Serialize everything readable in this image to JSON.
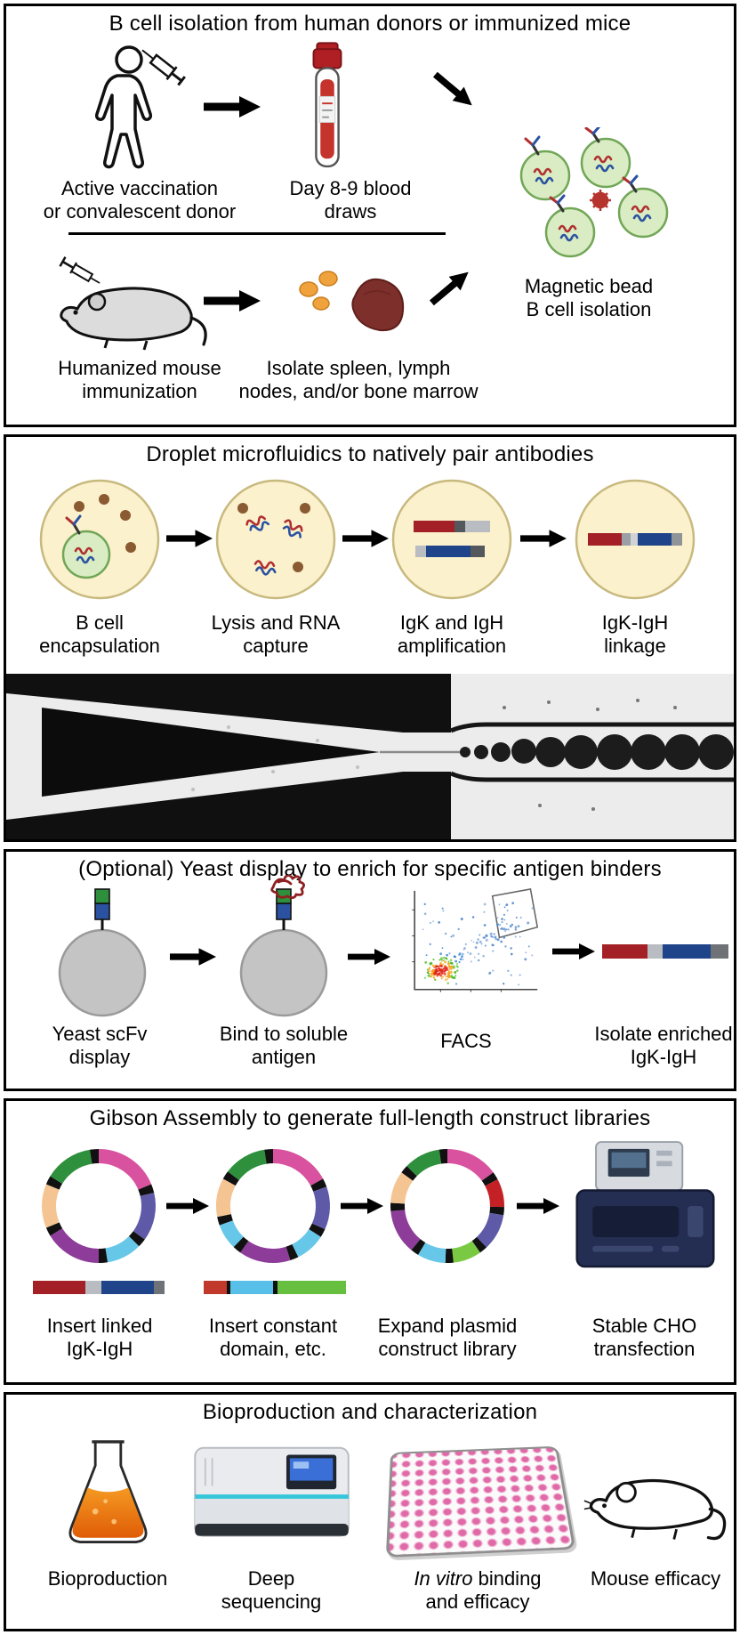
{
  "colors": {
    "igk": "#a32126",
    "igh": "#1f4489"
  },
  "panel1": {
    "title": "B cell isolation from human donors or immunized mice",
    "labels": {
      "human": "Active vaccination\nor convalescent donor",
      "blood": "Day 8-9 blood\ndraws",
      "bead": "Magnetic bead\nB cell isolation",
      "mouse": "Humanized mouse\nimmunization",
      "organs": "Isolate spleen, lymph\nnodes, and/or bone marrow"
    }
  },
  "panel2": {
    "title": "Droplet microfluidics to natively pair antibodies",
    "labels": {
      "encapsulation": "B cell\nencapsulation",
      "lysis": "Lysis and RNA\ncapture",
      "amplification": "IgK and IgH\namplification",
      "linkage": "IgK-IgH\nlinkage"
    }
  },
  "panel3": {
    "title": "(Optional) Yeast display to enrich for specific antigen binders",
    "labels": {
      "yeast": "Yeast scFv\ndisplay",
      "bind": "Bind to soluble\nantigen",
      "facs": "FACS",
      "isolate": "Isolate enriched\nIgK-IgH"
    }
  },
  "panel4": {
    "title": "Gibson Assembly to generate full-length construct libraries",
    "labels": {
      "insert_linked": "Insert linked\nIgK-IgH",
      "insert_constant": "Insert constant\ndomain, etc.",
      "expand": "Expand plasmid\nconstruct library",
      "transfection": "Stable CHO\ntransfection"
    }
  },
  "panel5": {
    "title": "Bioproduction and characterization",
    "labels": {
      "bioproduction": "Bioproduction",
      "sequencing": "Deep\nsequencing",
      "invitro_italic": "In vitro",
      "invitro_rest": " binding\nand efficacy",
      "mouse": "Mouse efficacy"
    }
  },
  "plasmids": [
    [
      {
        "c": "#d9529f",
        "w": 15
      },
      {
        "c": "#111111",
        "w": 2
      },
      {
        "c": "#5f5aa8",
        "w": 11
      },
      {
        "c": "#111111",
        "w": 2
      },
      {
        "c": "#66c7e9",
        "w": 8
      },
      {
        "c": "#111111",
        "w": 2
      },
      {
        "c": "#8d3d99",
        "w": 13
      },
      {
        "c": "#111111",
        "w": 2
      },
      {
        "c": "#f5c493",
        "w": 10
      },
      {
        "c": "#111111",
        "w": 2
      },
      {
        "c": "#2e8f3c",
        "w": 11
      },
      {
        "c": "#111111",
        "w": 2
      }
    ],
    [
      {
        "c": "#d9529f",
        "w": 14
      },
      {
        "c": "#111111",
        "w": 2
      },
      {
        "c": "#5f5aa8",
        "w": 10
      },
      {
        "c": "#111111",
        "w": 2
      },
      {
        "c": "#66c7e9",
        "w": 7
      },
      {
        "c": "#111111",
        "w": 2
      },
      {
        "c": "#8d3d99",
        "w": 12
      },
      {
        "c": "#111111",
        "w": 2
      },
      {
        "c": "#66c7e9",
        "w": 6
      },
      {
        "c": "#111111",
        "w": 2
      },
      {
        "c": "#f5c493",
        "w": 9
      },
      {
        "c": "#111111",
        "w": 2
      },
      {
        "c": "#2e8f3c",
        "w": 10
      },
      {
        "c": "#111111",
        "w": 2
      }
    ],
    [
      {
        "c": "#d9529f",
        "w": 13
      },
      {
        "c": "#111111",
        "w": 2
      },
      {
        "c": "#c42127",
        "w": 7
      },
      {
        "c": "#111111",
        "w": 2
      },
      {
        "c": "#5f5aa8",
        "w": 9
      },
      {
        "c": "#111111",
        "w": 2
      },
      {
        "c": "#7ac943",
        "w": 7
      },
      {
        "c": "#111111",
        "w": 2
      },
      {
        "c": "#66c7e9",
        "w": 7
      },
      {
        "c": "#111111",
        "w": 2
      },
      {
        "c": "#8d3d99",
        "w": 11
      },
      {
        "c": "#111111",
        "w": 2
      },
      {
        "c": "#f5c493",
        "w": 8
      },
      {
        "c": "#111111",
        "w": 2
      },
      {
        "c": "#2e8f3c",
        "w": 9
      },
      {
        "c": "#111111",
        "w": 2
      }
    ]
  ],
  "facs": {
    "dot_count": 290
  }
}
